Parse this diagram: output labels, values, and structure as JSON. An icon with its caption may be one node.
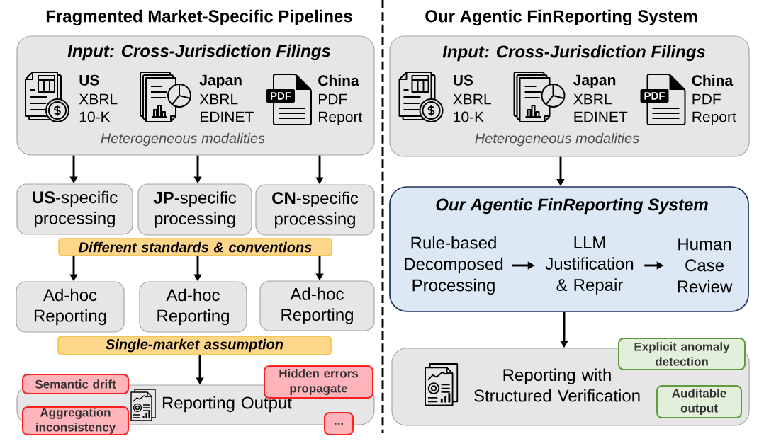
{
  "diagram": {
    "nodes": [
      {
        "text": [
          "Input: Cross-Jurisdiction Filings",
          "Heterogeneous modalities"
        ]
      },
      {
        "text": [
          "**US**-specific processing"
        ]
      },
      {
        "text": [
          "**JP**-specific processing"
        ]
      },
      {
        "text": [
          "**CN**-specific processing"
        ]
      },
      {
        "text": [
          "Different standards & conventions"
        ]
      },
      {
        "text": [
          "Ad-hoc Reporting"
        ]
      },
      {
        "text": [
          "Ad-hoc Reporting"
        ]
      },
      {
        "text": [
          "Ad-hoc Reporting"
        ]
      },
      {
        "text": [
          "Single-market assumption"
        ]
      },
      {
        "text": [
          "Reporting Output"
        ]
      },
      {
        "text": [
          "Semantic drift"
        ]
      },
      {
        "text": [
          "Hidden errors propagate"
        ]
      },
      {
        "text": [
          "Aggregation inconsistency"
        ]
      },
      {
        "text": [
          "..."
        ]
      },
      {
        "text": [
          "Input: Cross-Jurisdiction Filings",
          "Heterogeneous modalities"
        ]
      },
      {
        "text": [
          "Our Agentic FinReporting System"
        ]
      },
      {
        "text": [
          "Rule-based Decomposed Processing"
        ],
        "in": 15
      },
      {
        "text": [
          "LLM Justification & Repair"
        ],
        "in": 15
      },
      {
        "text": [
          "Human Case Review"
        ],
        "in": 15
      },
      {
        "text": [
          "Reporting with Structured Verification"
        ]
      },
      {
        "text": [
          "Explicit anomaly detection"
        ]
      },
      {
        "text": [
          "Auditable output"
        ],
        "in": 19
      }
    ],
    "edges": [
      {
        "from": 0,
        "to": 1,
        "arrow": "to"
      },
      {
        "from": 0,
        "to": 2,
        "arrow": "to"
      },
      {
        "from": 0,
        "to": 3,
        "arrow": "to"
      },
      {
        "from": 4,
        "to": 5,
        "arrow": "to"
      },
      {
        "from": 4,
        "to": 6,
        "arrow": "to"
      },
      {
        "from": 4,
        "to": 7,
        "arrow": "to"
      },
      {
        "from": 8,
        "to": 9,
        "arrow": "to"
      },
      {
        "from": 14,
        "to": 15,
        "arrow": "to"
      },
      {
        "from": 16,
        "to": 17,
        "arrow": "to"
      },
      {
        "from": 17,
        "to": 18,
        "arrow": "to"
      },
      {
        "from": 15,
        "to": 19,
        "arrow": "to"
      }
    ],
    "labels": [
      "Fragmented Market-Specific Pipelines",
      "Our Agentic FinReporting System",
      "US",
      "XBRL 10-K",
      "Japan",
      "XBRL EDINET",
      "PDF",
      "China",
      "PDF Report",
      "US",
      "XBRL 10-K",
      "Japan",
      "XBRL EDINET",
      "PDF",
      "China",
      "PDF Report"
    ]
  }
}
